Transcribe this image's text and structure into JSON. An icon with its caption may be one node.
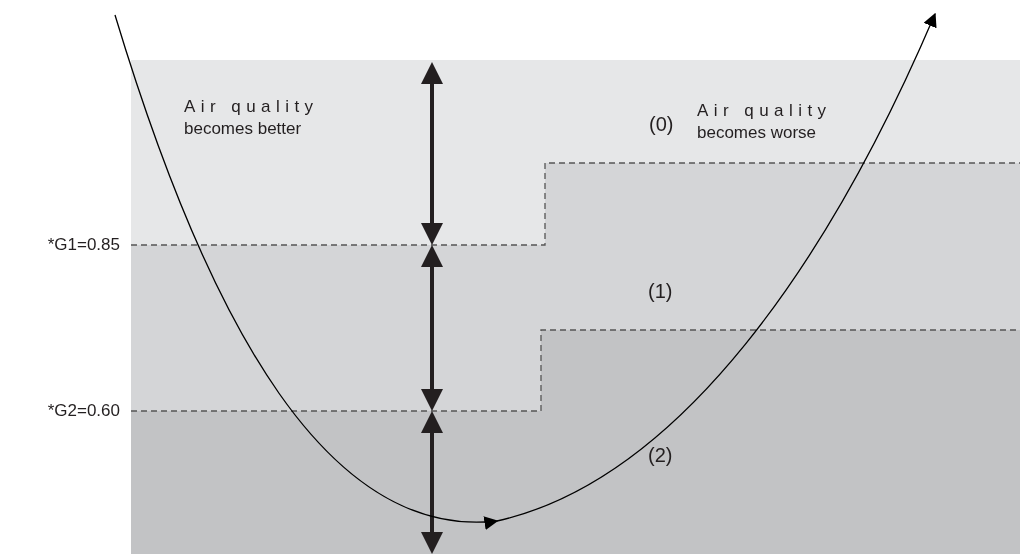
{
  "diagram": {
    "labels": [
      "Air quality becomes better",
      "(0)",
      "Air quality becomes worse",
      "*G1=0.85",
      "(1)",
      "*G2=0.60",
      "(2)"
    ]
  }
}
